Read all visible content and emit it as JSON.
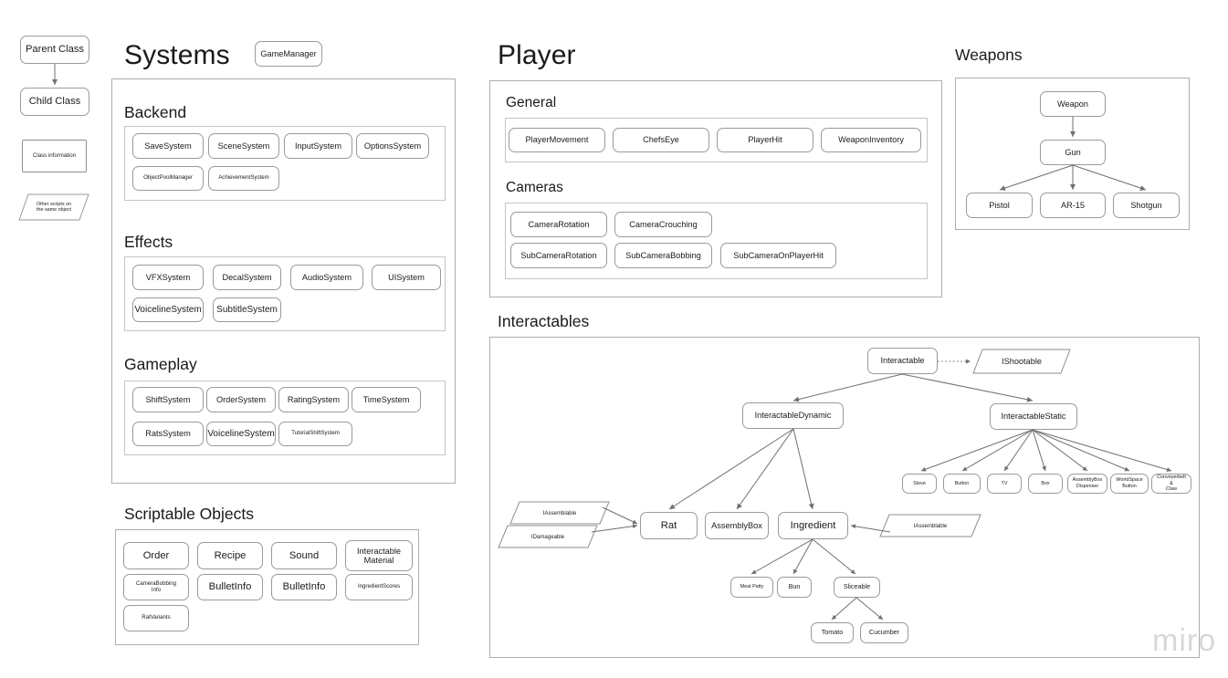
{
  "legend": {
    "parent_class": "Parent Class",
    "child_class": "Child Class",
    "class_information": "Class information",
    "other_scripts": "Other scripts on\nthe same object",
    "other_scripts_line1": "Other scripts on",
    "other_scripts_line2": "the same object"
  },
  "systems": {
    "title": "Systems",
    "game_manager": "GameManager",
    "groups": [
      {
        "title": "Backend",
        "nodes": [
          "SaveSystem",
          "SceneSystem",
          "InputSystem",
          "OptionsSystem",
          "ObjectPoolManager",
          "AchievementSystem"
        ]
      },
      {
        "title": "Effects",
        "nodes": [
          "VFXSystem",
          "DecalSystem",
          "AudioSystem",
          "UISystem",
          "VoicelineSystem",
          "SubtitleSystem"
        ]
      },
      {
        "title": "Gameplay",
        "nodes": [
          "ShiftSystem",
          "OrderSystem",
          "RatingSystem",
          "TimeSystem",
          "RatsSystem",
          "VoicelineSystem",
          "TutorialShiftSystem"
        ]
      }
    ]
  },
  "scriptable_objects": {
    "title": "Scriptable Objects",
    "nodes": [
      "Order",
      "Recipe",
      "Sound",
      "Interactable\nMaterial",
      "CameraBobbing\nInfo",
      "BulletInfo",
      "BulletInfo",
      "IngredientScores",
      "RatVariants"
    ],
    "interactable_material_l1": "Interactable",
    "interactable_material_l2": "Material",
    "camera_bobbing_l1": "CameraBobbing",
    "camera_bobbing_l2": "Info"
  },
  "player": {
    "title": "Player",
    "groups": [
      {
        "title": "General",
        "nodes": [
          "PlayerMovement",
          "ChefsEye",
          "PlayerHit",
          "WeaponInventory"
        ]
      },
      {
        "title": "Cameras",
        "nodes": [
          "CameraRotation",
          "CameraCrouching",
          "SubCameraRotation",
          "SubCameraBobbing",
          "SubCameraOnPlayerHit"
        ]
      }
    ]
  },
  "weapons": {
    "title": "Weapons",
    "root": "Weapon",
    "mid": "Gun",
    "leaves": [
      "Pistol",
      "AR-15",
      "Shotgun"
    ]
  },
  "interactables": {
    "title": "Interactables",
    "root": "Interactable",
    "ishootable": "IShootable",
    "dynamic": "InteractableDynamic",
    "static": "InteractableStatic",
    "static_children": [
      "Stove",
      "Button",
      "TV",
      "Box",
      "AssemblyBox\nDispenser",
      "WorldSpace\nButton",
      "Conveyerbelt &\nClaw"
    ],
    "static_children_lines": [
      [
        "Stove"
      ],
      [
        "Button"
      ],
      [
        "TV"
      ],
      [
        "Box"
      ],
      [
        "AssemblyBox",
        "Dispenser"
      ],
      [
        "WorldSpace",
        "Button"
      ],
      [
        "Conveyerbelt &",
        "Claw"
      ]
    ],
    "dynamic_children": [
      "Rat",
      "AssemblyBox",
      "Ingredient"
    ],
    "ingredient_children": [
      "Meat Patty",
      "Bun",
      "Sliceable"
    ],
    "sliceable_children": [
      "Tomato",
      "Cucumber"
    ],
    "iassemblable_left": "IAssemblable",
    "idamageable": "IDamageable",
    "iassemblable_right": "IAssemblable"
  },
  "watermark": "miro",
  "colors": {
    "node_border": "#9a9a9a",
    "frame_border": "#b9b9b9",
    "line": "#6f6f6f",
    "text": "#1a1a1a",
    "watermark": "#d8d8d8"
  }
}
